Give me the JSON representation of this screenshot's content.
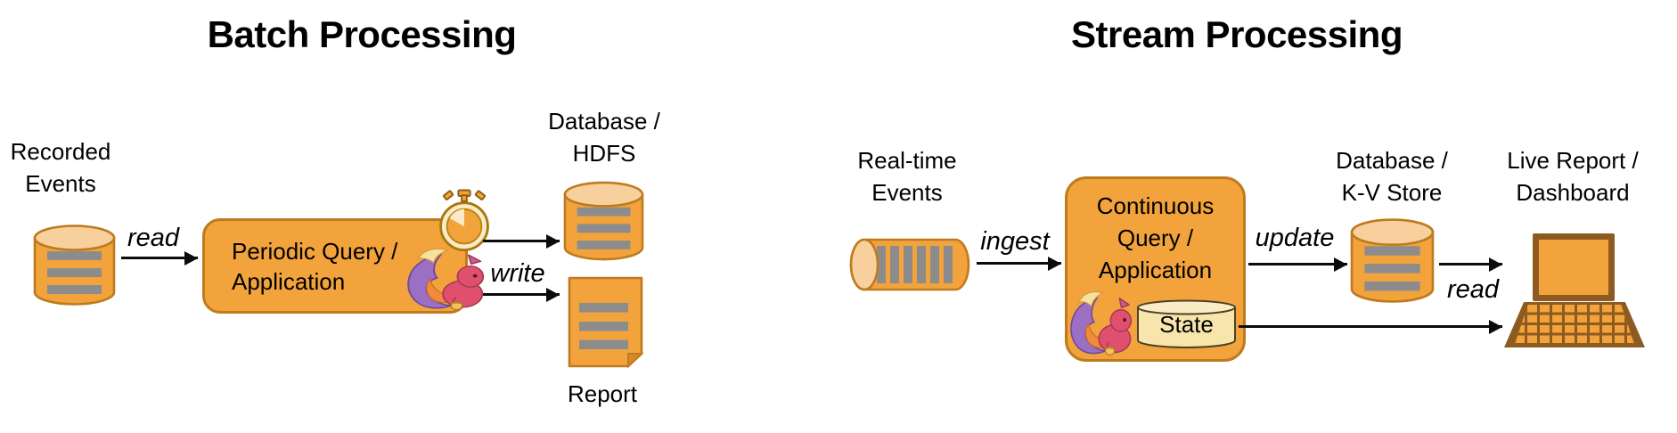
{
  "batch": {
    "title": "Batch Processing",
    "source_label": "Recorded\nEvents",
    "read_label": "read",
    "box_label": "Periodic Query /\nApplication",
    "write_label": "write",
    "db_label": "Database /\nHDFS",
    "report_label": "Report"
  },
  "stream": {
    "title": "Stream Processing",
    "source_label": "Real-time\nEvents",
    "ingest_label": "ingest",
    "box_label": "Continuous\nQuery /\nApplication",
    "state_label": "State",
    "update_label": "update",
    "db_label": "Database /\nK-V Store",
    "read_label": "read",
    "sink_label": "Live Report /\nDashboard"
  },
  "icons": {
    "database_cylinder": "database-cylinder",
    "event_stream_pipe": "horizontal-striped-cylinder",
    "document": "report-document",
    "laptop": "laptop-dashboard",
    "squirrel": "apache-flink-squirrel-logo",
    "stopwatch": "stopwatch-timer",
    "state_cylinder": "state-store-cylinder"
  },
  "colors": {
    "background": "#FFFFFF",
    "orange_fill": "#F2A33C",
    "orange_light": "#F8D09E",
    "orange_border": "#BE7B1E",
    "stripe_gray": "#8C8C8C",
    "state_fill": "#F8E5AC",
    "state_top": "#FAEDC6",
    "laptop_brown": "#8D5B20",
    "squirrel_pink": "#E0506E",
    "squirrel_purple": "#9B6FC4",
    "squirrel_cream": "#F6E2A0",
    "text": "#000000",
    "arrow": "#0B0B0B"
  }
}
